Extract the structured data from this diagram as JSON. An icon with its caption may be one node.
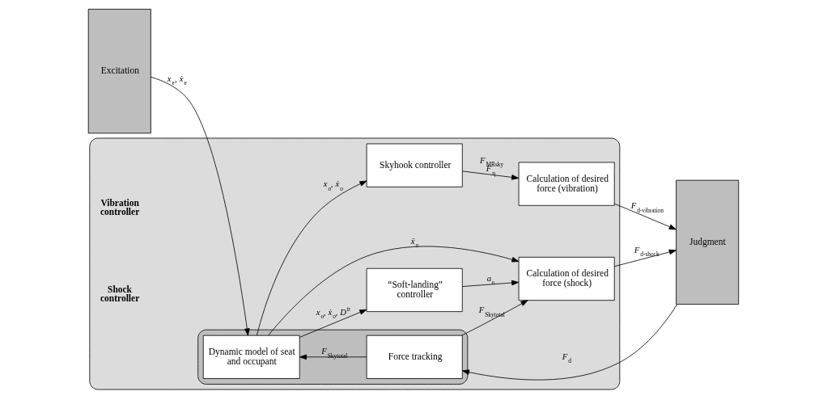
{
  "diagram": {
    "nodes": [
      {
        "text": [
          "Excitation"
        ]
      },
      {
        "text": [],
        "shape": "box"
      },
      {
        "text": [
          "Skyhook controller"
        ],
        "in": 1
      },
      {
        "text": [
          "Calculation of desired force (vibration)"
        ],
        "in": 1
      },
      {
        "text": [],
        "shape": "box",
        "in": 1
      },
      {
        "text": [
          "Dynamic model of seat and occupant"
        ],
        "in": 4
      },
      {
        "text": [
          "Force tracking"
        ],
        "in": 4
      },
      {
        "text": [
          "“Soft-landing” controller"
        ],
        "in": 1
      },
      {
        "text": [
          "Calculation of desired force (shock)"
        ],
        "in": 1
      },
      {
        "text": [
          "Judgment"
        ]
      }
    ],
    "edges": [
      {
        "from": 0,
        "to": 5,
        "arrow": "to",
        "label": "*x*$_{e}$, *ẋ*$_{e}$"
      },
      {
        "from": 5,
        "to": 2,
        "arrow": "to",
        "label": "*x*$_{o}$, *ẋ*$_{o}$"
      },
      {
        "from": 2,
        "to": 3,
        "arrow": "to",
        "label": "*F*$_{MRsky}$ *F*$_{η}$"
      },
      {
        "from": 3,
        "to": 9,
        "arrow": "to",
        "label": "*F*$_{d-vibration}$"
      },
      {
        "from": 9,
        "to": 6,
        "arrow": "to",
        "label": "*F*$_{d}$"
      },
      {
        "from": 6,
        "to": 5,
        "arrow": "to",
        "label": "*F*$_{Skytotal}$"
      },
      {
        "from": 5,
        "to": 7,
        "arrow": "to",
        "label": "*x*$_{o}$, *ẋ*$_{o}$, *D*$^{tr}$"
      },
      {
        "from": 6,
        "to": 8,
        "arrow": "to",
        "label": "*F*$_{Skytotal}$"
      },
      {
        "from": 5,
        "to": 8,
        "arrow": "to",
        "label": "*ẍ*$_{o}$"
      },
      {
        "from": 7,
        "to": 8,
        "arrow": "to",
        "label": "*a*$_{o}$"
      },
      {
        "from": 8,
        "to": 9,
        "arrow": "to",
        "label": "*F*$_{d-shock}$"
      }
    ],
    "labels": [
      "Vibration controller",
      "Shock controller"
    ]
  }
}
